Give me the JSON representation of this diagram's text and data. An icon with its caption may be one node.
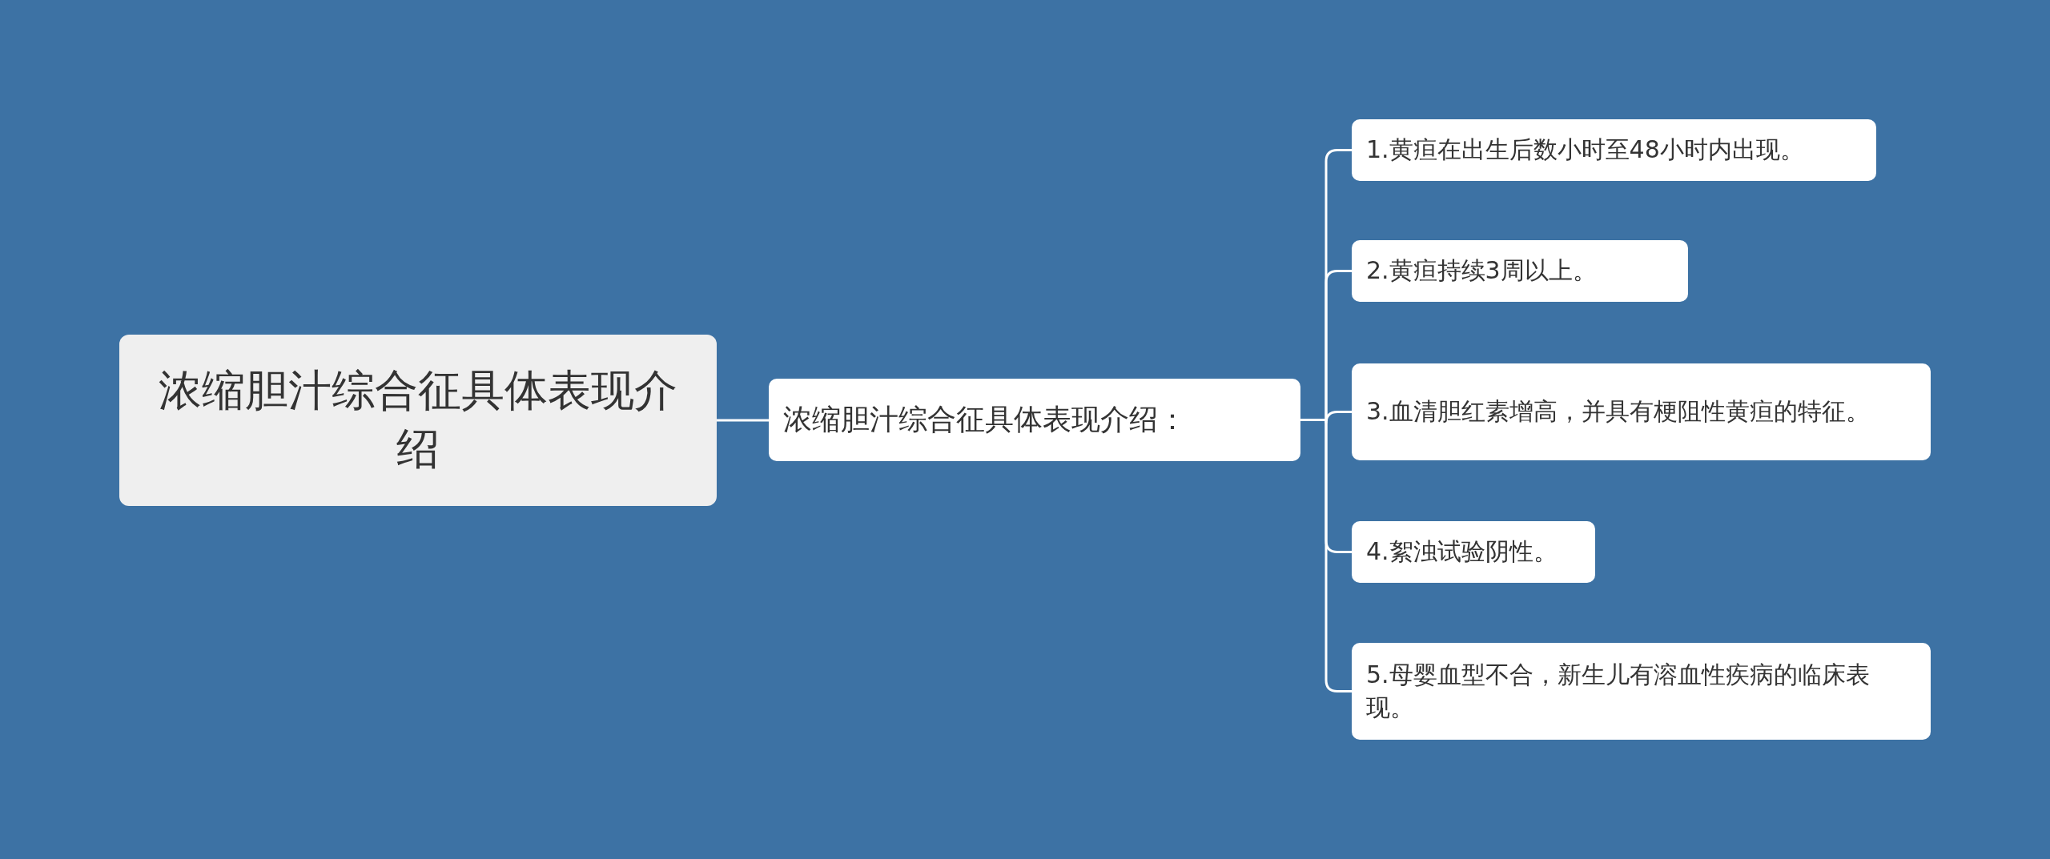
{
  "diagram": {
    "nodes": [
      {
        "text": [
          "浓缩胆汁综合征具体表现介绍"
        ]
      },
      {
        "text": [
          "浓缩胆汁综合征具体表现介绍："
        ]
      },
      {
        "text": [
          "1.黄疸在出生后数小时至48小时内出现。"
        ]
      },
      {
        "text": [
          "2.黄疸持续3周以上。"
        ]
      },
      {
        "text": [
          "3.血清胆红素增高，并具有梗阻性黄疸的特征。"
        ]
      },
      {
        "text": [
          "4.絮浊试验阴性。"
        ]
      },
      {
        "text": [
          "5.母婴血型不合，新生儿有溶血性疾病的临床表现。"
        ]
      }
    ],
    "edges": [
      {
        "from": 0,
        "to": 1,
        "arrow": "none"
      },
      {
        "from": 1,
        "to": 2,
        "arrow": "none"
      },
      {
        "from": 1,
        "to": 3,
        "arrow": "none"
      },
      {
        "from": 1,
        "to": 4,
        "arrow": "none"
      },
      {
        "from": 1,
        "to": 5,
        "arrow": "none"
      },
      {
        "from": 1,
        "to": 6,
        "arrow": "none"
      }
    ]
  }
}
